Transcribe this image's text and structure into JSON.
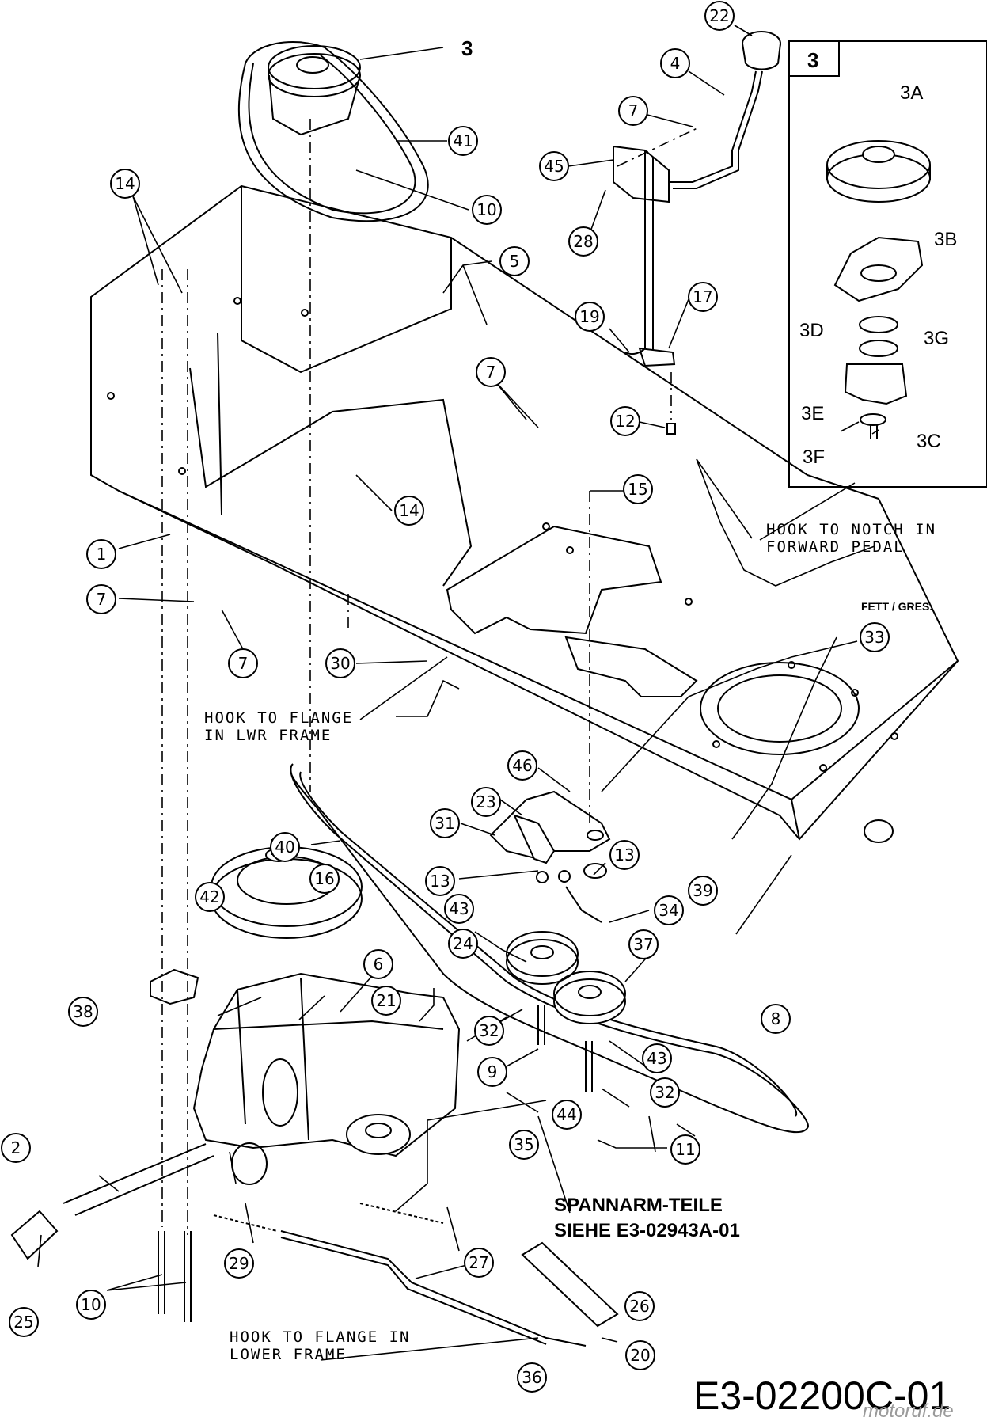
{
  "document_id": "E3-02200C-01",
  "watermark": "motoruf.de",
  "inset": {
    "label": "3"
  },
  "notes": {
    "hook_forward_line1": "HOOK TO NOTCH IN",
    "hook_forward_line2": "FORWARD PEDAL",
    "hook_lwr_line1": "HOOK TO FLANGE",
    "hook_lwr_line2": "IN LWR FRAME",
    "hook_lower_line1": "HOOK TO FLANGE IN",
    "hook_lower_line2": "LOWER FRAME",
    "spannarm_line1": "SPANNARM-TEILE",
    "spannarm_line2": "SIEHE E3-02943A-01",
    "fett": "FETT / GRES."
  },
  "plain_labels": {
    "p3": "3",
    "p3a": "3A",
    "p3b": "3B",
    "p3c": "3C",
    "p3d": "3D",
    "p3e": "3E",
    "p3f": "3F",
    "p3g": "3G"
  },
  "callouts": {
    "c22": "22",
    "c4": "4",
    "c7a": "7",
    "c45": "45",
    "c28": "28",
    "c19": "19",
    "c17": "17",
    "c12": "12",
    "c41": "41",
    "c10a": "10",
    "c14a": "14",
    "c5": "5",
    "c7b": "7",
    "c14b": "14",
    "c15": "15",
    "c1": "1",
    "c7c": "7",
    "c7d": "7",
    "c30": "30",
    "c33": "33",
    "c46": "46",
    "c23": "23",
    "c31": "31",
    "c40": "40",
    "c13a": "13",
    "c13b": "13",
    "c16": "16",
    "c42": "42",
    "c43a": "43",
    "c34": "34",
    "c39": "39",
    "c24": "24",
    "c37": "37",
    "c6": "6",
    "c38": "38",
    "c21": "21",
    "c32a": "32",
    "c9": "9",
    "c8": "8",
    "c43b": "43",
    "c32b": "32",
    "c44": "44",
    "c2": "2",
    "c35": "35",
    "c11": "11",
    "c27": "27",
    "c29": "29",
    "c26": "26",
    "c25": "25",
    "c10b": "10",
    "c20": "20",
    "c36": "36"
  }
}
